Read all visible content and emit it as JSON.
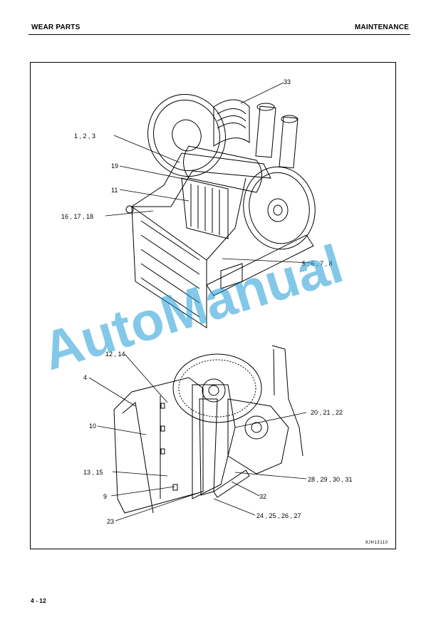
{
  "header": {
    "left": "WEAR PARTS",
    "right": "MAINTENANCE"
  },
  "figure": {
    "code": "9JH13110",
    "callouts": {
      "top_1_2_3": "1 , 2 , 3",
      "top_19": "19",
      "top_11": "11",
      "top_16_17_18": "16 , 17 , 18",
      "top_33": "33",
      "top_5_6_7_8": "5 , 6 , 7 , 8",
      "bot_12_14": "12 , 14",
      "bot_4": "4",
      "bot_10": "10",
      "bot_13_15": "13 , 15",
      "bot_9": "9",
      "bot_23": "23",
      "bot_20_21_22": "20 , 21 , 22",
      "bot_28_29_30_31": "28 , 29 , 30 , 31",
      "bot_32": "32",
      "bot_24_25_26_27": "24 , 25 , 26 , 27"
    }
  },
  "watermark": "AutoManual",
  "footer": {
    "page": "4 - 12"
  }
}
